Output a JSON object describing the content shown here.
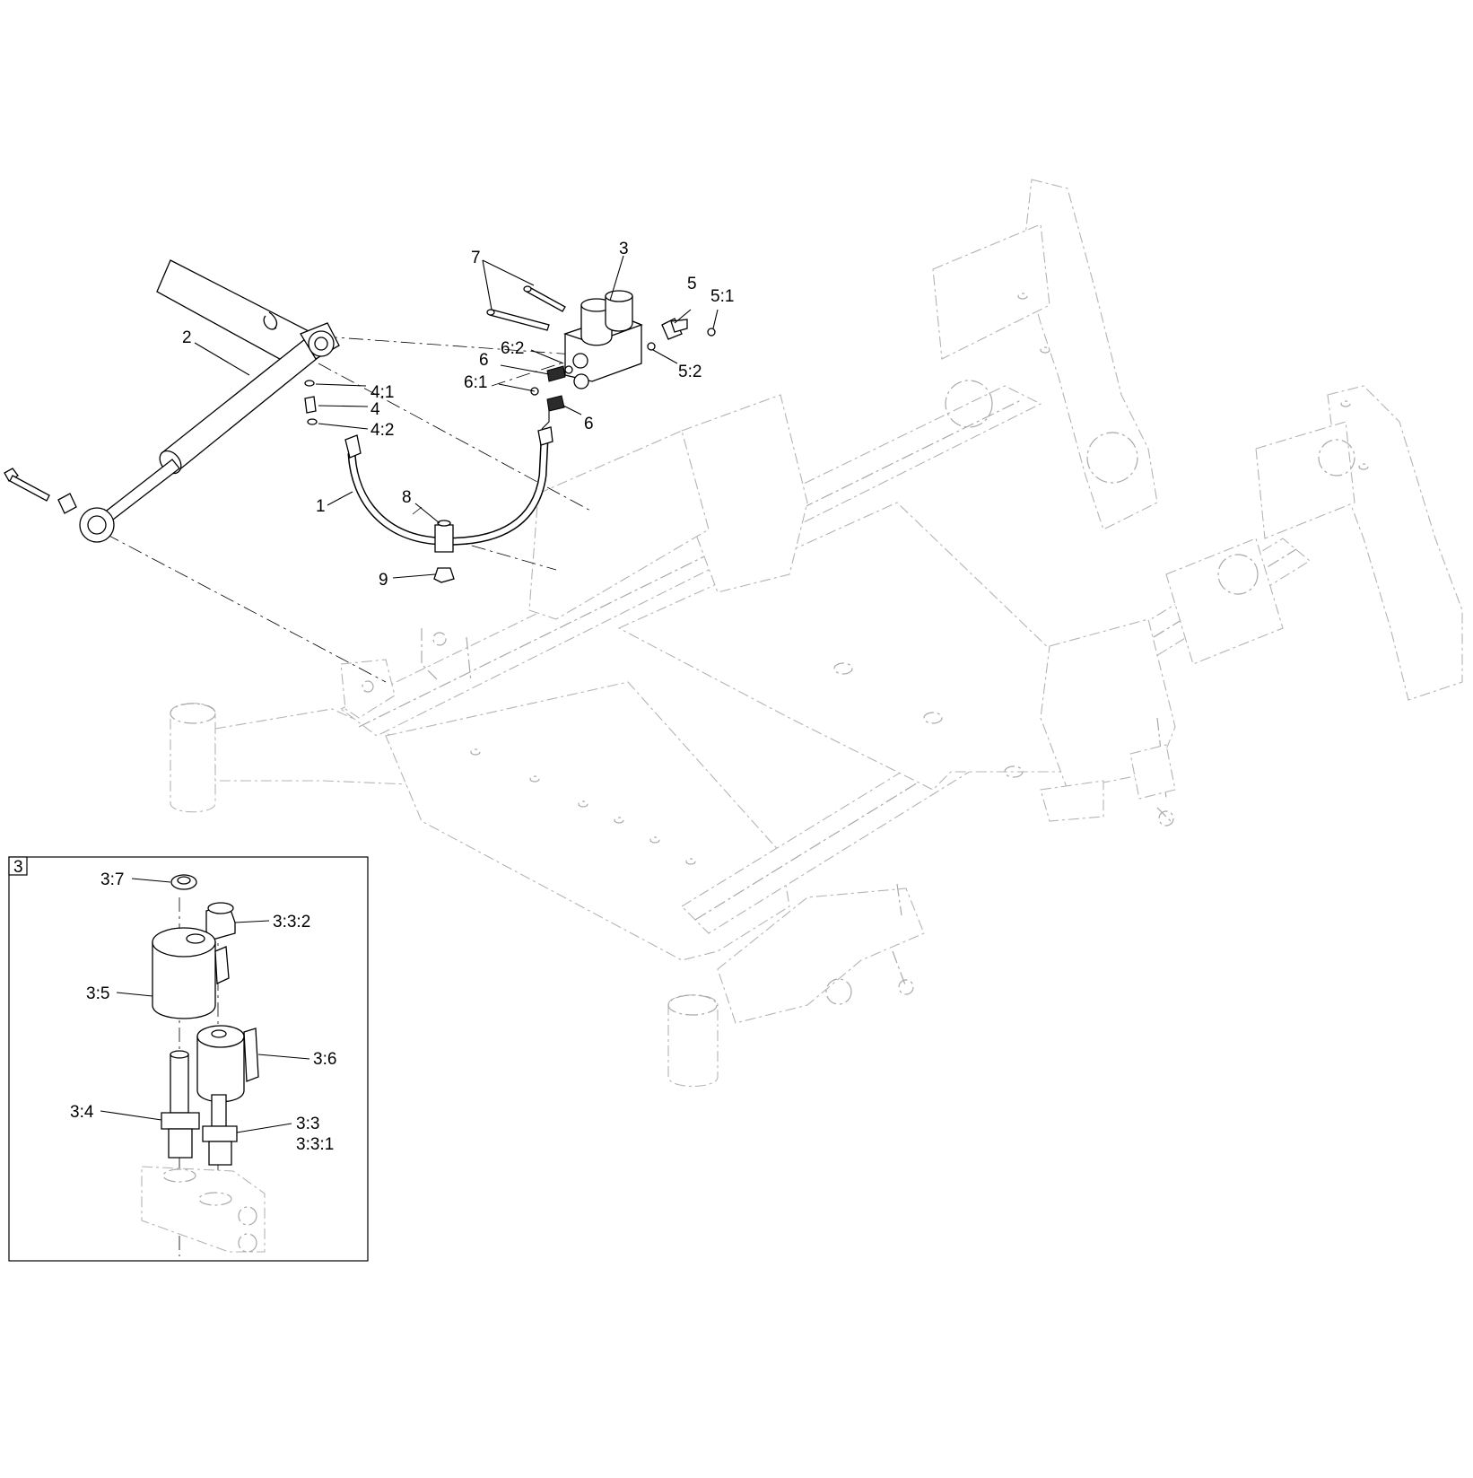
{
  "callouts": {
    "c1": "1",
    "c2": "2",
    "c3": "3",
    "c4": "4",
    "c4_1": "4:1",
    "c4_2": "4:2",
    "c5": "5",
    "c5_1": "5:1",
    "c5_2": "5:2",
    "c6a": "6",
    "c6b": "6",
    "c6_1": "6:1",
    "c6_2": "6:2",
    "c7": "7",
    "c8": "8",
    "c9": "9"
  },
  "inset": {
    "tag": "3",
    "callouts": {
      "i3_7": "3:7",
      "i3_3_2": "3:3:2",
      "i3_5": "3:5",
      "i3_6": "3:6",
      "i3_4": "3:4",
      "i3_3": "3:3",
      "i3_3_1": "3:3:1"
    }
  }
}
